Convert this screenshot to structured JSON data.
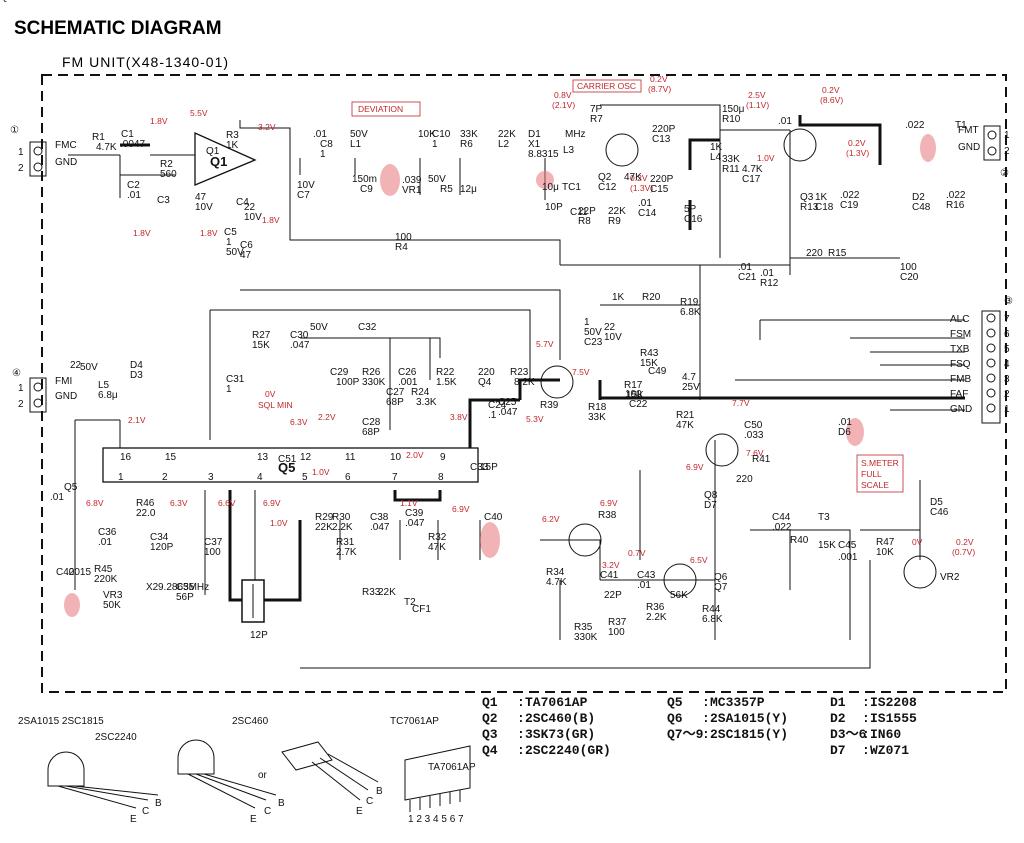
{
  "header": {
    "title": "SCHEMATIC DIAGRAM",
    "subtitle": "FM UNIT(X48-1340-01)"
  },
  "connectors": {
    "c1": {
      "num": "①",
      "pins": [
        "1",
        "2"
      ],
      "labels": [
        "FMC",
        "GND"
      ]
    },
    "c2": {
      "num": "②",
      "pins": [
        "1",
        "2"
      ],
      "labels": [
        "FMT",
        "GND"
      ]
    },
    "c3": {
      "num": "③",
      "pins": [
        "7",
        "6",
        "5",
        "4",
        "3",
        "2",
        "1"
      ],
      "labels": [
        "ALC",
        "FSM",
        "TXB",
        "FSQ",
        "FMB",
        "FAF",
        "GND"
      ]
    },
    "c4": {
      "num": "④",
      "pins": [
        "1",
        "2"
      ],
      "labels": [
        "FMI",
        "GND"
      ]
    }
  },
  "annotations": {
    "deviation": "DEVIATION",
    "carrier_osc": "CARRIER OSC",
    "sql_min": "SQL MIN",
    "smeter": [
      "S.METER",
      "FULL",
      "SCALE"
    ]
  },
  "voltages": [
    "5.5V",
    "1.8V",
    "3.2V",
    "1.8V",
    "1.8V",
    "1.8V",
    "0.8V",
    "(2.1V)",
    "0.2V",
    "(8.7V)",
    "0.2V",
    "(1.3V)",
    "2.5V",
    "(1.1V)",
    "0.2V",
    "(8.6V)",
    "1.0V",
    "0.2V",
    "(1.3V)",
    "5.7V",
    "7.5V",
    "5.3V",
    "0V",
    "6.3V",
    "2.2V",
    "3.8V",
    "2.0V",
    "2.1V",
    "7.7V",
    "7.6V",
    "6.9V",
    "1.0V",
    "6.8V",
    "6.3V",
    "6.6V",
    "6.9V",
    "1.0V",
    "1.1V",
    "6.9V",
    "6.9V",
    "6.2V",
    "3.2V",
    "0.7V",
    "6.5V",
    "0V",
    "0.2V",
    "(0.7V)"
  ],
  "components": [
    "R1",
    "4.7K",
    "C1",
    ".0047",
    "R2",
    "560",
    "C2",
    ".01",
    "C3",
    "47",
    "10V",
    "R3",
    "1K",
    "Q1",
    "C4",
    "22",
    "10V",
    "C5",
    "1",
    "50V",
    "C6",
    "47",
    "10V",
    "C7",
    ".01",
    "C8",
    "1",
    "50V",
    "L1",
    "150m",
    "C9",
    ".039",
    "VR1",
    "10K",
    "C10",
    "1",
    "50V",
    "R5",
    "33K",
    "R6",
    "22K",
    "L2",
    "12μ",
    "D1",
    "X1",
    "8.8315",
    "MHz",
    "L3",
    "10μ",
    "TC1",
    "10P",
    "C11",
    "7P",
    "R7",
    "47K",
    "Q2",
    "C12",
    "220P",
    "C13",
    ".01",
    "C14",
    "220P",
    "C15",
    "5P",
    "C16",
    "22P",
    "R8",
    "22K",
    "R9",
    "1K",
    "L4",
    "150μ",
    "R10",
    "33K",
    "R11",
    "4.7K",
    "C17",
    ".01",
    "Q3",
    "R13",
    "1K",
    "C18",
    ".022",
    "C19",
    ".022",
    "T1",
    "D2",
    "C48",
    ".022",
    "R16",
    "100",
    "R4",
    "220",
    "R15",
    "100",
    "C20",
    ".01",
    "C21",
    ".01",
    "R12",
    "1K",
    "R20",
    "100",
    "C22",
    "1",
    "50V",
    "C23",
    "22",
    "10V",
    "R19",
    "6.8K",
    "R43",
    "15K",
    "C49",
    "4.7",
    "25V",
    "R17",
    "15K",
    "R18",
    "33K",
    "R21",
    "47K",
    "C50",
    ".033",
    "R41",
    "220",
    "Q8",
    "D7",
    "R39",
    "220",
    "Q4",
    "R23",
    "8.2K",
    "C24",
    ".1",
    "C25",
    ".047",
    "R22",
    "1.5K",
    "C26",
    ".001",
    "R24",
    "3.3K",
    "C27",
    "68P",
    "C28",
    "68P",
    "R26",
    "330K",
    "C29",
    "100P",
    "C30",
    ".047",
    "R27",
    "15K",
    "C31",
    "1",
    "50V",
    "C32",
    "22",
    "50V",
    "D4",
    "D3",
    "L5",
    "6.8μ",
    "C51",
    "15P",
    "C33",
    ".01",
    "Q5",
    "C42",
    ".0015",
    "R45",
    "220K",
    "VR3",
    "50K",
    "R46",
    "22.0",
    "C36",
    ".01",
    "C34",
    "120P",
    "X2",
    "9.2865MHz",
    "C35",
    "56P",
    "C37",
    "100",
    "R29",
    "22K",
    "R30",
    "2.2K",
    "R31",
    "2.7K",
    "C38",
    ".047",
    "C39",
    ".047",
    "R32",
    "47K",
    "C40",
    "12P",
    "R33",
    "22K",
    "T2",
    "CF1",
    "R34",
    "4.7K",
    "C41",
    "22P",
    "R35",
    "330K",
    "C43",
    ".01",
    "R36",
    "2.2K",
    "R37",
    "100",
    "R38",
    "56K",
    "R44",
    "6.8K",
    "Q6",
    "Q7",
    "C44",
    ".022",
    "R40",
    "15K",
    "C45",
    ".001",
    "T3",
    "D5",
    "C46",
    ".01",
    "D6",
    "R47",
    "10K",
    "VR2",
    "50K",
    "C52",
    ".01",
    "Q9"
  ],
  "ic_pins": {
    "top": [
      "16",
      "15",
      "13",
      "12",
      "11",
      "10",
      "9"
    ],
    "bottom": [
      "1",
      "2",
      "3",
      "4",
      "5",
      "6",
      "7",
      "8"
    ]
  },
  "ic_name": "Q5",
  "pinouts": {
    "a_title": "2SA1015 2SC1815",
    "a_title2": "2SC2240",
    "b_title": "2SC460",
    "c_title": "TC7061AP",
    "or": "or",
    "ecb": [
      "E",
      "C",
      "B"
    ],
    "chip": "TA7061AP",
    "chip_pins": "1 2 3 4 5 6 7"
  },
  "parts_list": [
    {
      "ref": "Q1",
      "part": "TA7061AP"
    },
    {
      "ref": "Q2",
      "part": "2SC460(B)"
    },
    {
      "ref": "Q3",
      "part": "3SK73(GR)"
    },
    {
      "ref": "Q4",
      "part": "2SC2240(GR)"
    },
    {
      "ref": "Q5",
      "part": "MC3357P"
    },
    {
      "ref": "Q6",
      "part": "2SA1015(Y)"
    },
    {
      "ref": "Q7～9",
      "part": "2SC1815(Y)"
    },
    {
      "ref": "D1",
      "part": "IS2208"
    },
    {
      "ref": "D2",
      "part": "IS1555"
    },
    {
      "ref": "D3～6",
      "part": "IN60"
    },
    {
      "ref": "D7",
      "part": "WZ071"
    }
  ],
  "colors": {
    "ink": "#111111",
    "annotation": "#c0272d",
    "highlight": "#e8757a"
  }
}
